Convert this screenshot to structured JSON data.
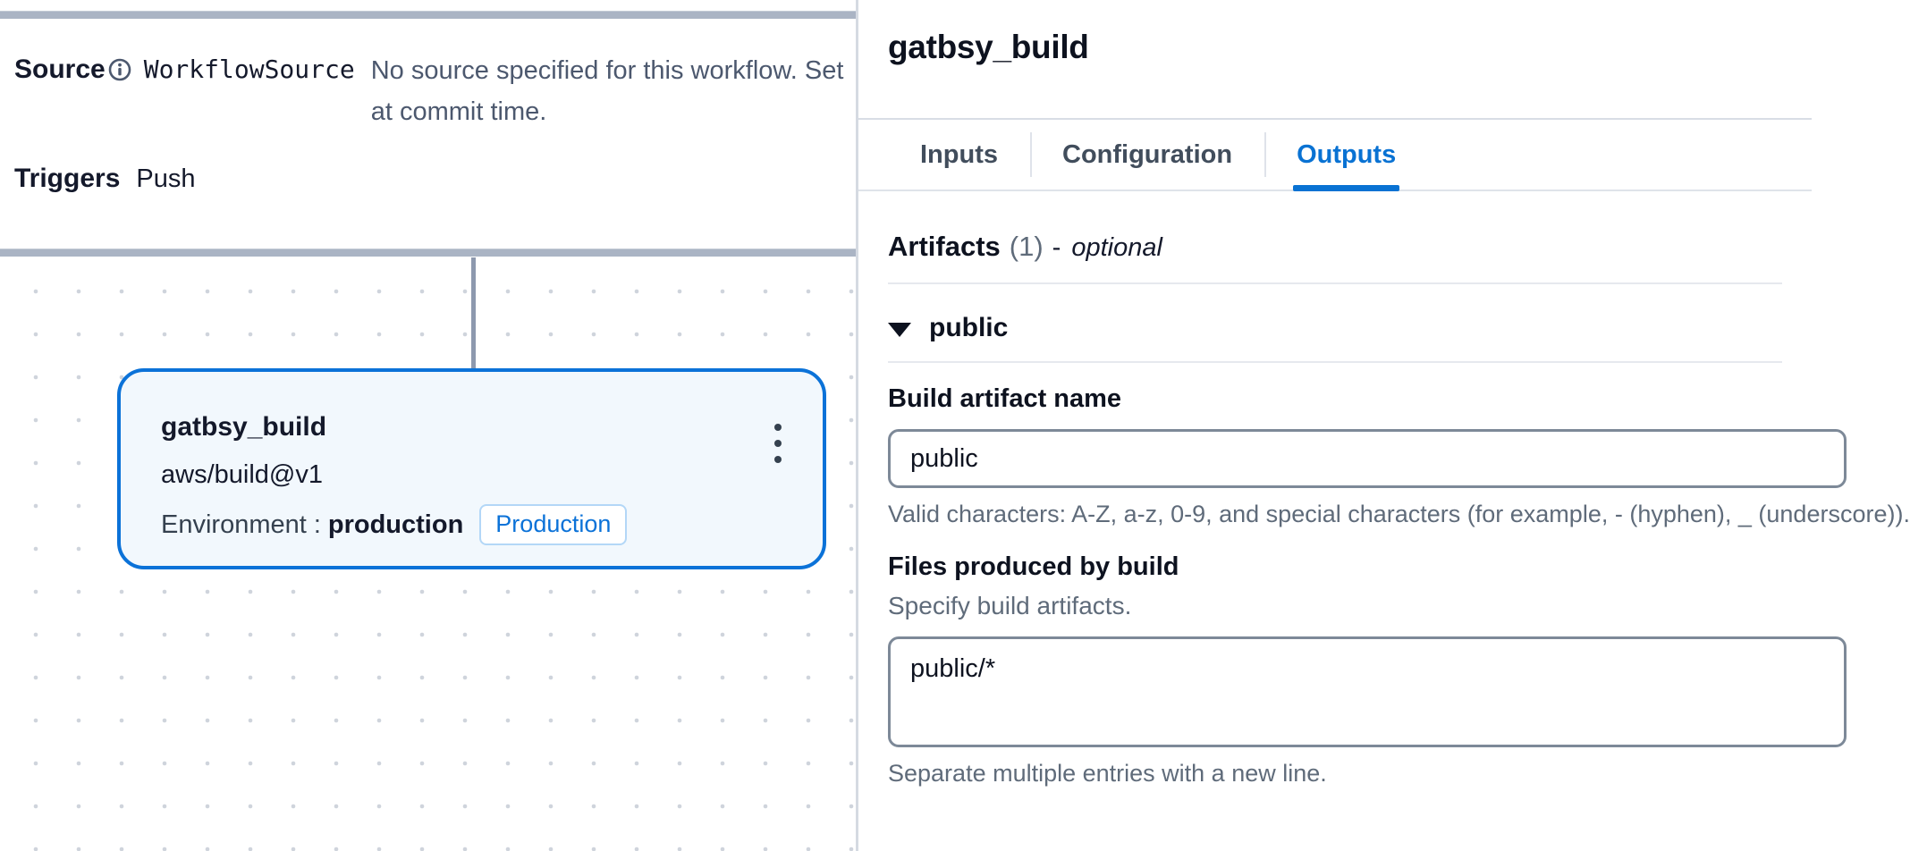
{
  "left_panel": {
    "source": {
      "label": "Source",
      "info_icon": "info-circle-icon",
      "name": "WorkflowSource",
      "description": "No source specified for this workflow. Set at commit time."
    },
    "triggers": {
      "label": "Triggers",
      "value": "Push"
    },
    "canvas": {
      "node": {
        "title": "gatbsy_build",
        "action": "aws/build@v1",
        "env_label": "Environment",
        "env_separator": ":",
        "env_value": "production",
        "env_badge": "Production",
        "menu_icon": "kebab-menu-icon"
      }
    }
  },
  "right_panel": {
    "title": "gatbsy_build",
    "tabs": [
      {
        "label": "Inputs",
        "active": false
      },
      {
        "label": "Configuration",
        "active": false
      },
      {
        "label": "Outputs",
        "active": true
      }
    ],
    "artifacts": {
      "title": "Artifacts",
      "count": "(1)",
      "dash": "-",
      "optional": "optional",
      "groups": [
        {
          "name": "public",
          "expanded": true,
          "caret_icon": "caret-down-icon",
          "build_artifact_name": {
            "label": "Build artifact name",
            "value": "public",
            "placeholder": "",
            "hint": "Valid characters: A-Z, a-z, 0-9, and special characters (for example, - (hyphen), _ (underscore))."
          },
          "files_produced": {
            "label": "Files produced by build",
            "sublabel": "Specify build artifacts.",
            "value": "public/*",
            "placeholder": "",
            "hint": "Separate multiple entries with a new line."
          }
        }
      ]
    }
  },
  "colors": {
    "accent_blue": "#0972d3",
    "node_border": "#0b72d8",
    "node_fill": "#f2f8fd",
    "rule_gray": "#aab4c4",
    "text_dark": "#0d121f",
    "text_muted": "#5f6b7a"
  }
}
